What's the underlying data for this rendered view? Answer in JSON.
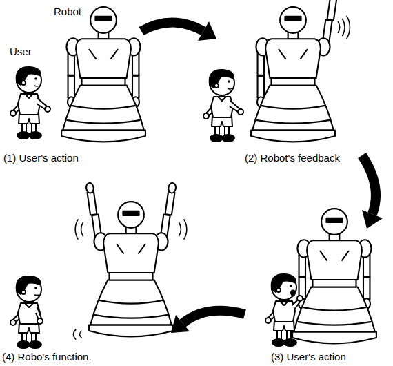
{
  "diagram": {
    "labels": [
      "Robot",
      "User",
      "(1) User's action",
      "(2) Robot's feedback",
      "(3) User's action",
      "(4) Robo's function."
    ]
  }
}
